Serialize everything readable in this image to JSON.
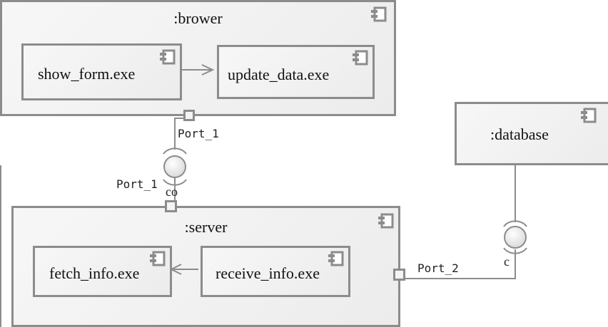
{
  "diagram": {
    "type": "UML component diagram",
    "components": {
      "brower": {
        "title": ":brower",
        "icon": "component-icon"
      },
      "show_form": {
        "label": "show_form.exe",
        "icon": "component-icon"
      },
      "update_data": {
        "label": "update_data.exe",
        "icon": "component-icon"
      },
      "server": {
        "title": ":server",
        "icon": "component-icon"
      },
      "fetch_info": {
        "label": "fetch_info.exe",
        "icon": "component-icon"
      },
      "receive_info": {
        "label": "receive_info.exe",
        "icon": "component-icon"
      },
      "database": {
        "title": ":database",
        "icon": "component-icon"
      }
    },
    "ports": {
      "brower_port": "Port_1",
      "server_port_top": "Port_1",
      "server_port_right": "Port_2"
    },
    "connectors": {
      "brower_server": "co",
      "server_database": "c"
    },
    "dependencies": [
      {
        "from": "show_form.exe",
        "to": "update_data.exe"
      },
      {
        "from": "receive_info.exe",
        "to": "fetch_info.exe"
      }
    ],
    "colors": {
      "stroke": "#8c8c8c",
      "fill": "#f2f2f2",
      "text": "#111111"
    }
  }
}
